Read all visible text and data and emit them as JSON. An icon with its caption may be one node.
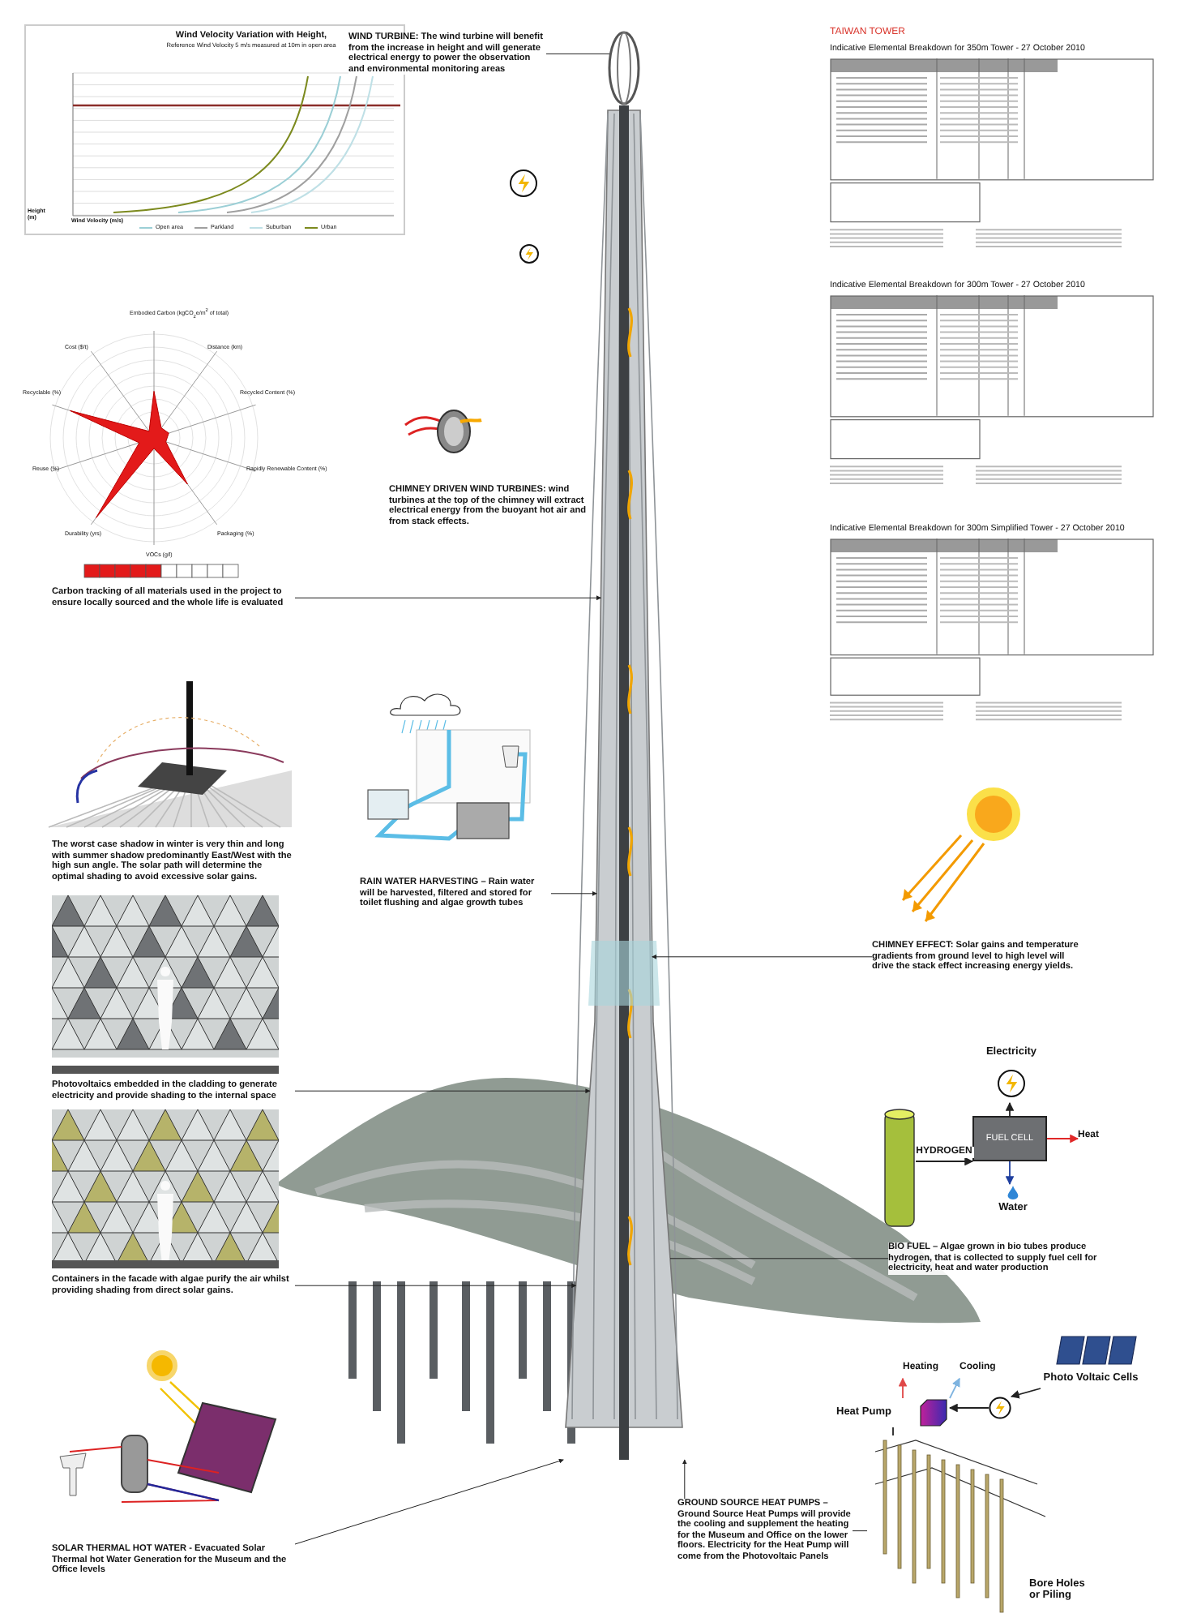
{
  "diagram": {
    "nodes": [
      {
        "text": [],
        "shape": "picture"
      },
      {
        "text": [
          "WIND TURBINE: The wind turbine will benefit from the increase in height and will generate electrical energy to power the observation and environmental monitoring areas"
        ]
      },
      {
        "text": [
          "Carbon tracking of all materials used in the project to ensure locally sourced and the whole life is evaluated"
        ]
      },
      {
        "text": [
          "RAIN WATER HARVESTING – Rain water will be harvested, filtered and stored for toilet flushing and algae growth tubes"
        ]
      },
      {
        "text": [
          "Photovoltaics embedded in the cladding to generate electricity and provide shading to the internal space"
        ]
      },
      {
        "text": [
          "Containers in the facade with algae purify the air whilst providing shading from direct solar gains."
        ]
      },
      {
        "text": [
          "SOLAR THERMAL HOT WATER - Evacuated Solar Thermal hot Water Generation for the Museum and the Office levels"
        ]
      },
      {
        "text": [
          "CHIMNEY EFFECT: Solar gains and temperature gradients from ground level to high level will drive the stack effect increasing energy yields."
        ]
      },
      {
        "text": [
          "GROUND SOURCE HEAT PUMPS – Ground Source Heat Pumps will provide the cooling and supplement the heating for the Museum and Office on the lower floors. Electricity for the Heat Pump will come from the Photovoltaic Panels"
        ]
      },
      {
        "text": [
          "BIO FUEL – Algae grown in bio tubes produce hydrogen, that is collected to supply fuel cell for electricity, heat and water production"
        ]
      },
      {
        "text": [],
        "shape": "cylinder"
      },
      {
        "text": [
          "FUEL CELL"
        ]
      },
      {
        "text": [
          "Electricity"
        ]
      },
      {
        "text": [
          "Heat"
        ]
      },
      {
        "text": [
          "Water"
        ]
      },
      {
        "text": [
          "Photo Voltaic Cells"
        ]
      },
      {
        "text": [],
        "shape": "circle"
      },
      {
        "text": [
          "Heat Pump"
        ]
      },
      {
        "text": [
          "Heating"
        ]
      },
      {
        "text": [
          "Cooling"
        ]
      },
      {
        "text": [
          "Bore Holes or Piling"
        ]
      }
    ],
    "edges": [
      {
        "from": 1,
        "to": 0,
        "arrow": "none"
      },
      {
        "from": 2,
        "to": 0,
        "arrow": "to"
      },
      {
        "from": 3,
        "to": 0,
        "arrow": "to"
      },
      {
        "from": 4,
        "to": 0,
        "arrow": "to"
      },
      {
        "from": 5,
        "to": 0,
        "arrow": "to"
      },
      {
        "from": 6,
        "to": 0,
        "arrow": "to"
      },
      {
        "from": 7,
        "to": 0,
        "arrow": "to"
      },
      {
        "from": 8,
        "to": 0,
        "arrow": "to"
      },
      {
        "from": 8,
        "to": 20,
        "arrow": "none"
      },
      {
        "from": 9,
        "to": 0,
        "arrow": "none"
      },
      {
        "from": 10,
        "to": 11,
        "arrow": "to",
        "label": "HYDROGEN"
      },
      {
        "from": 11,
        "to": 12,
        "arrow": "to"
      },
      {
        "from": 11,
        "to": 13,
        "arrow": "to",
        "color": "#e02828"
      },
      {
        "from": 11,
        "to": 14,
        "arrow": "to",
        "color": "#1f3f9f"
      },
      {
        "from": 15,
        "to": 16,
        "arrow": "to"
      },
      {
        "from": 16,
        "to": 17,
        "arrow": "to"
      },
      {
        "from": 17,
        "to": 18,
        "arrow": "to",
        "color": "#e04848"
      },
      {
        "from": 17,
        "to": 19,
        "arrow": "to",
        "color": "#7fb4e0"
      },
      {
        "from": 17,
        "to": 20,
        "arrow": "none"
      }
    ],
    "labels": [
      "Wind Velocity Variation with Height,",
      "Reference Wind Velocity 5 m/s measured at 10m in open area",
      "Height (m)",
      "Wind Velocity (m/s)",
      "TAIWAN TOWER",
      "Indicative Elemental Breakdown for 350m Tower - 27 October 2010",
      "Embodied Carbon (kgCO$_{2}$e/m$^{2}$ of total)",
      "Cost ($/t)",
      "Distance (km)",
      "Recyclable (%)",
      "Recycled Content (%)",
      "Reuse (%)",
      "Rapidly Renewable Content (%)",
      "Durability (yrs)",
      "Packaging (%)",
      "VOCs (g/l)",
      "Indicative Elemental Breakdown for 300m Tower - 27 October 2010",
      "CHIMNEY DRIVEN WIND TURBINES: wind turbines at the top of the chimney will extract electrical energy from the buoyant hot air and from stack effects.",
      "Indicative Elemental Breakdown for 300m Simplified Tower - 27 October 2010",
      "The worst case shadow in winter is very thin and long with summer shadow predominantly East/West with the high sun angle. The solar path will determine the optimal shading to avoid excessive solar gains."
    ],
    "legend": [
      {
        "text": "Open area"
      },
      {
        "text": "Parkland"
      },
      {
        "text": "Suburban"
      },
      {
        "text": "Urban"
      }
    ]
  }
}
